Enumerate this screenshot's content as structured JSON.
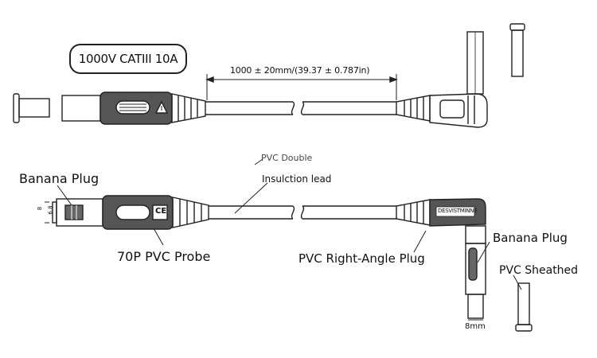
{
  "rating_label": "1000V CATIII 10A",
  "dimension_label": "1000 ± 20mm/(39.37 ± 0.787in)",
  "lead_type_line1": "PVC Double",
  "lead_type_line2": "Insulction lead",
  "left_banana_label": "Banana Plug",
  "probe_label": "70P PVC Probe",
  "right_angle_label": "PVC Right-Angle Plug",
  "right_banana_label": "Banana Plug",
  "sheath_label": "PVC Sheathed",
  "plug_width_label": "8mm",
  "left_dim_outer": "8",
  "left_dim_inner": "6.8",
  "probe_mark_ce": "CE",
  "plug_text": "DESVISTMINNE"
}
